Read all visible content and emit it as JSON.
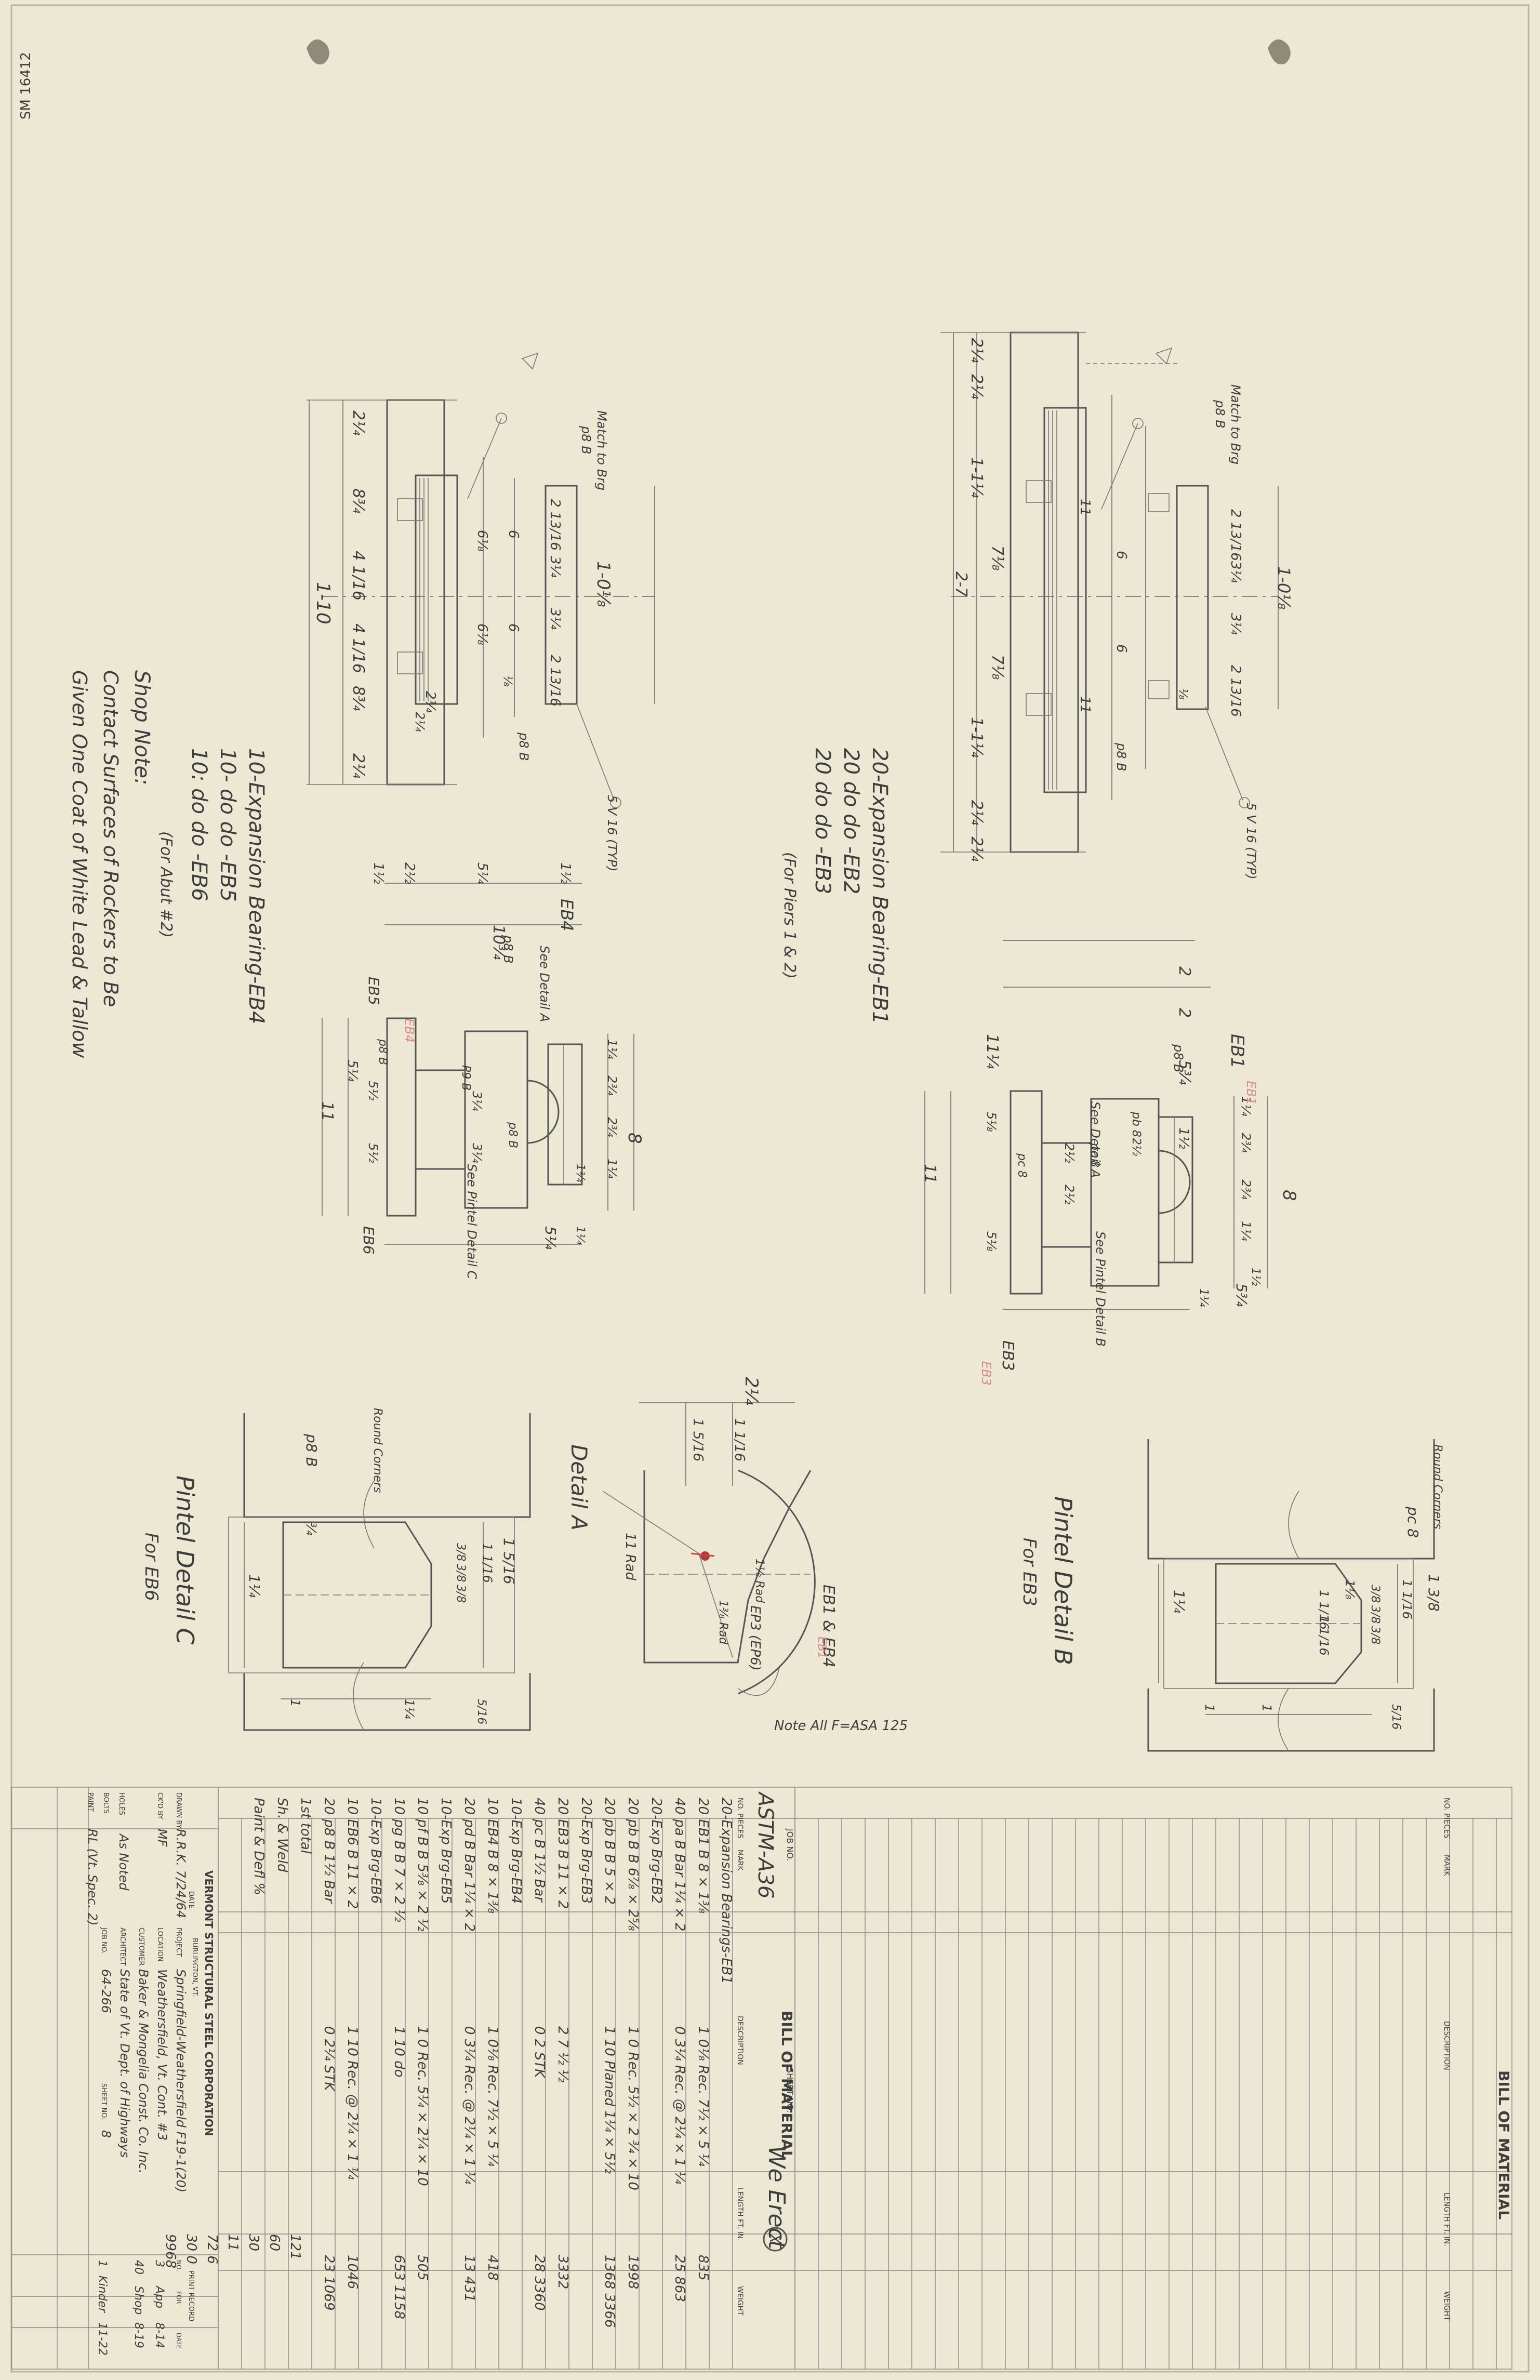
{
  "drawing_id": "SM 16412",
  "bearing_eb1": {
    "dims_plan": [
      "2¼",
      "2¼",
      "1-1¼",
      "7⅛",
      "2-7",
      "7⅛",
      "1-1¼",
      "2¼",
      "2¼",
      "1-0⅛",
      "2 13/16",
      "3¼",
      "3¼",
      "2 13/16",
      "11",
      "6",
      "6",
      "11",
      "⅛"
    ],
    "dims_elev": [
      "2",
      "2",
      "5¾",
      "1½",
      "11¼",
      "8",
      "1¼",
      "2¾",
      "2¾",
      "1¼",
      "5¾",
      "5⅛",
      "5⅛",
      "2½",
      "2½",
      "11",
      "1½",
      "1¼"
    ],
    "notes": [
      "Match to Brg",
      "p8 B",
      "p8 B",
      "5 V 16 (TYP)",
      "See Detail A",
      "See Pintel Detail B",
      "p8 B",
      "EB1",
      "EB3",
      "pc 8",
      "pc 8",
      "pb 8",
      "2½",
      "p8 B"
    ]
  },
  "bearing_eb4": {
    "dims_plan": [
      "2¼",
      "8¾",
      "4 1/16",
      "4 1/16",
      "8¾",
      "2¼",
      "1-10",
      "2¼",
      "6",
      "6",
      "6⅛",
      "6⅛",
      "2 13/16",
      "3¼",
      "3¼",
      "2 13/16",
      "1-0⅛",
      "2¼",
      "⅛"
    ],
    "dims_elev": [
      "1½",
      "2½",
      "5¼",
      "1½",
      "10¾",
      "8",
      "1¼",
      "2¾",
      "2¾",
      "1¼",
      "5¼",
      "3¼",
      "3¼",
      "5½",
      "5½",
      "11",
      "1¼",
      "1¼",
      "5¼"
    ],
    "notes": [
      "Match to Brg",
      "p8 B",
      "p8 B",
      "5 V 16 (TYP)",
      "See Detail A",
      "See Pintel Detail C",
      "p8 B",
      "EB4",
      "EB6",
      "EB5",
      "p8 B",
      "P9 B",
      "p8 B"
    ]
  },
  "schedule_eb1": {
    "lines": [
      "20-Expansion Bearing-EB1",
      "20    do     do    -EB2",
      "20    do     do    -EB3"
    ],
    "note": "(For Piers 1 & 2)"
  },
  "schedule_eb4": {
    "lines": [
      "10-Expansion Bearing-EB4",
      "10-    do      do    -EB5",
      "10:    do      do    -EB6"
    ],
    "note": "(For Abut #2)"
  },
  "shop_note": {
    "title": "Shop Note:",
    "lines": [
      "Contact Surfaces of Rockers to Be",
      "Given One Coat of White Lead & Tallow"
    ]
  },
  "detail_a": {
    "title": "Detail A",
    "labels": [
      "2¼",
      "1 5/16",
      "1 1/16",
      "11 Rad",
      "EB1 & EB4",
      "EP3 (EP6)",
      "1⅛ Rad",
      "1⅜ Rad"
    ],
    "note": "Note All F=ASA 125"
  },
  "pintel_b": {
    "title": "Pintel Detail B",
    "subtitle": "For EB3",
    "labels": [
      "pc 8",
      "Round Corners",
      "1 3/8",
      "1 1/16",
      "3/8",
      "3/8",
      "3/8",
      "1⅛",
      "1 1/16",
      "1 1/16",
      "1¼",
      "1",
      "1",
      "5/16"
    ]
  },
  "pintel_c": {
    "title": "Pintel Detail C",
    "subtitle": "For EB6",
    "labels": [
      "p8 B",
      "Round Corners",
      "1 5/16",
      "1 1/16",
      "3/8",
      "3/8",
      "3/8",
      "¾",
      "1¼",
      "1",
      "1¼",
      "5/16"
    ]
  },
  "bill_blank": {
    "title": "BILL OF MATERIAL",
    "headers": [
      "NO. PIECES",
      "MARK",
      "DESCRIPTION",
      "LENGTH FT. IN.",
      "WEIGHT"
    ]
  },
  "bill": {
    "title": "BILL OF MATERIAL",
    "job_label": "JOB NO.",
    "sheet_label": "SHEET NO.",
    "handwritten_title": "We Erect",
    "circled": "X",
    "material": "ASTM-A36",
    "headers": [
      "NO. PIECES",
      "MARK",
      "DESCRIPTION",
      "LENGTH FT. IN.",
      "WEIGHT"
    ],
    "rows": [
      {
        "desc": "20-Expansion Bearings-EB1",
        "len": "",
        "wt": ""
      },
      {
        "desc": "20  EB1   B 8 × 1⅜",
        "len": "1  0⅛  Rec. 7½ × 5 ¼",
        "wt": "835"
      },
      {
        "desc": "40  pa B  Bar 1¼ × 2",
        "len": "0  3¼  Rec. @ 2¼ × 1 ¼",
        "wt": "25   863"
      },
      {
        "desc": "20-Exp Brg-EB2",
        "len": "",
        "wt": ""
      },
      {
        "desc": "20 pb B  B 6⅞ × 2⅝",
        "len": "1  0  Rec. 5½ × 2 ¾ × 10",
        "wt": "1998"
      },
      {
        "desc": "20 pb B  B 5 × 2",
        "len": "1  10  Planed 1¼ × 5½",
        "wt": "1368   3366"
      },
      {
        "desc": "20-Exp Brg-EB3",
        "len": "",
        "wt": ""
      },
      {
        "desc": "20 EB3  B 11 × 2",
        "len": "2  7  ½ ½",
        "wt": "3332"
      },
      {
        "desc": "40 pc B  1½ Bar",
        "len": "0  2  STK",
        "wt": "28   3360"
      },
      {
        "desc": "10-Exp Brg-EB4",
        "len": "",
        "wt": ""
      },
      {
        "desc": "10 EB4  B 8 × 1⅜",
        "len": "1  0⅛  Rec. 7½ × 5 ¼",
        "wt": "418"
      },
      {
        "desc": "20 pd B  Bar 1¼ × 2",
        "len": "0  3¼  Rec. @ 2¼ × 1 ¼",
        "wt": "13   431"
      },
      {
        "desc": "10-Exp Brg-EB5",
        "len": "",
        "wt": ""
      },
      {
        "desc": "10 pf B  B 5⅜ × 2 ½",
        "len": "1  0  Rec. 5¼ × 2¼ × 10",
        "wt": "505"
      },
      {
        "desc": "10 pg B  B 7 × 2 ½",
        "len": "1  10  do",
        "wt": "653   1158"
      },
      {
        "desc": "10-Exp Brg-EB6",
        "len": "",
        "wt": ""
      },
      {
        "desc": "10 EB6  B 11 × 2",
        "len": "1  10  Rec. @ 2¼ × 1 ¼",
        "wt": "1046"
      },
      {
        "desc": "20 p8 B  1½ Bar",
        "len": "0  2¼  STK",
        "wt": "23   1069"
      },
      {
        "desc": "1st total",
        "len": "",
        "wt": ""
      },
      {
        "desc": "Sh. & Weld",
        "len": "",
        "wt": ""
      },
      {
        "desc": "Paint & Defl %",
        "len": "",
        "wt": ""
      },
      {
        "desc": "",
        "len": "",
        "wt": ""
      },
      {
        "desc": "",
        "len": "",
        "wt": ""
      },
      {
        "desc": "",
        "len": "",
        "wt": ""
      }
    ],
    "right_col": [
      "121",
      "60",
      "30",
      "11",
      "72 6",
      "30 0",
      "9968"
    ]
  },
  "title_block": {
    "company": "VERMONT STRUCTURAL STEEL CORPORATION",
    "city": "BURLINGTON, VT.",
    "drawn_by_label": "DRAWN BY",
    "drawn_by": "R.R.K.  7/24/64",
    "checked_label": "CK'D BY",
    "checked": "MF",
    "date_label": "DATE",
    "project_label": "PROJECT",
    "project": "Springfield-Weathersfield F19-1(20)",
    "location_label": "LOCATION",
    "location": "Weathersfield, Vt.  Cont. #3",
    "customer_label": "CUSTOMER",
    "customer": "Baker & Mongelia Const. Co. Inc.",
    "architect_label": "ARCHITECT",
    "architect": "State of Vt. Dept. of Highways",
    "job_label": "JOB NO.",
    "job": "64-266",
    "sheet_label": "SHEET NO.",
    "sheet": "8",
    "holes_label": "HOLES",
    "holes": "As Noted",
    "bolts_label": "BOLTS",
    "paint_label": "PAINT",
    "paint": "RL (Vt. Spec. 2)",
    "print_record_label": "PRINT RECORD",
    "print_headers": [
      "NO.",
      "FOR",
      "DATE"
    ],
    "print_rows": [
      [
        "3",
        "App",
        "8-14"
      ],
      [
        "40",
        "Shop",
        "8-19"
      ],
      [
        "1",
        "Kinder",
        "11-22"
      ]
    ]
  }
}
